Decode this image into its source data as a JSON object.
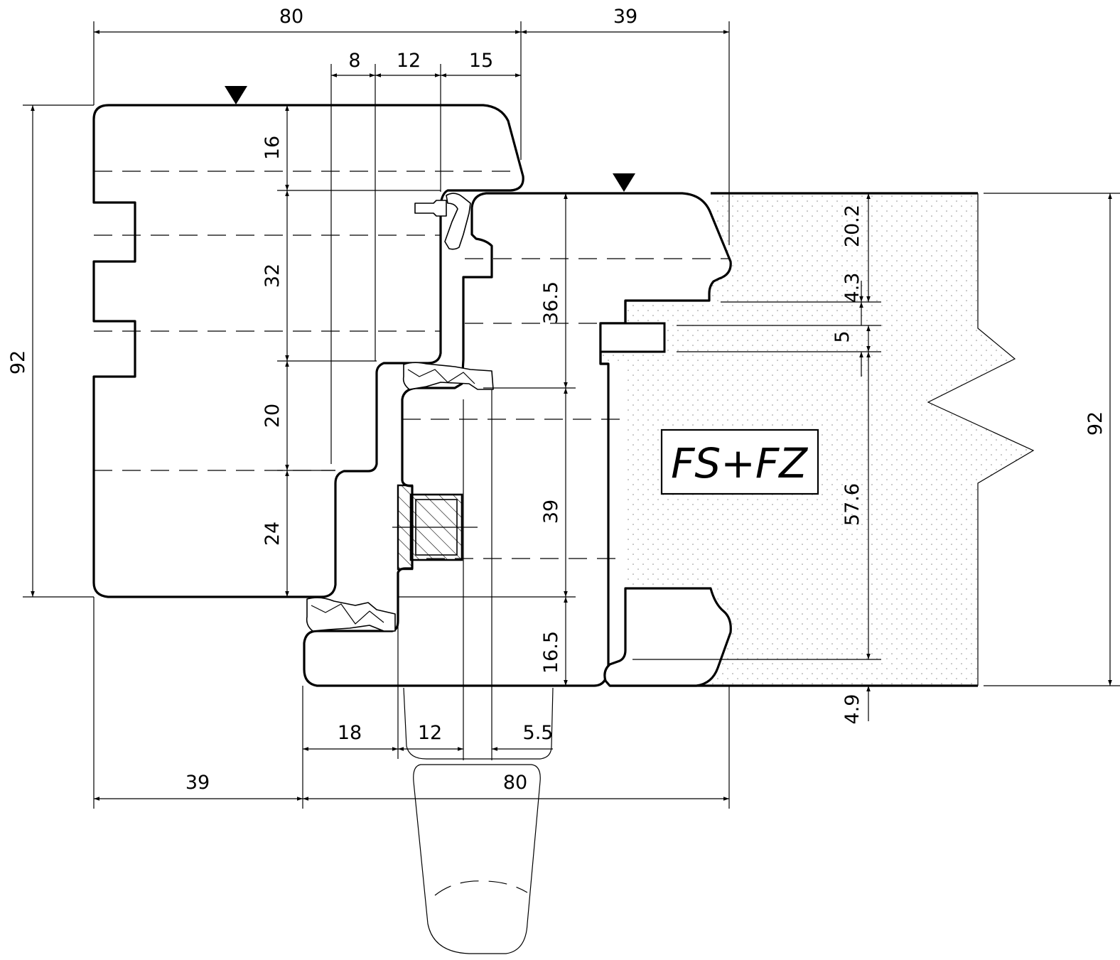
{
  "profile_label": "FS+FZ",
  "dimensions": {
    "top_overall_frame": "80",
    "top_overall_sash": "39",
    "top_step_8": "8",
    "top_step_12": "12",
    "top_step_15": "15",
    "left_height": "92",
    "right_height": "92",
    "vert_16": "16",
    "vert_32": "32",
    "vert_20": "20",
    "vert_24": "24",
    "vert_36_5": "36.5",
    "vert_39": "39",
    "vert_16_5": "16.5",
    "vert_20_2": "20.2",
    "vert_4_3": "4.3",
    "vert_5": "5",
    "vert_57_6": "57.6",
    "vert_4_9": "4.9",
    "bottom_18": "18",
    "bottom_12": "12",
    "bottom_5_5": "5.5",
    "bottom_39": "39",
    "bottom_80": "80"
  },
  "colors": {
    "line": "#000000",
    "background": "#ffffff",
    "stipple": "#8a8a8a"
  }
}
